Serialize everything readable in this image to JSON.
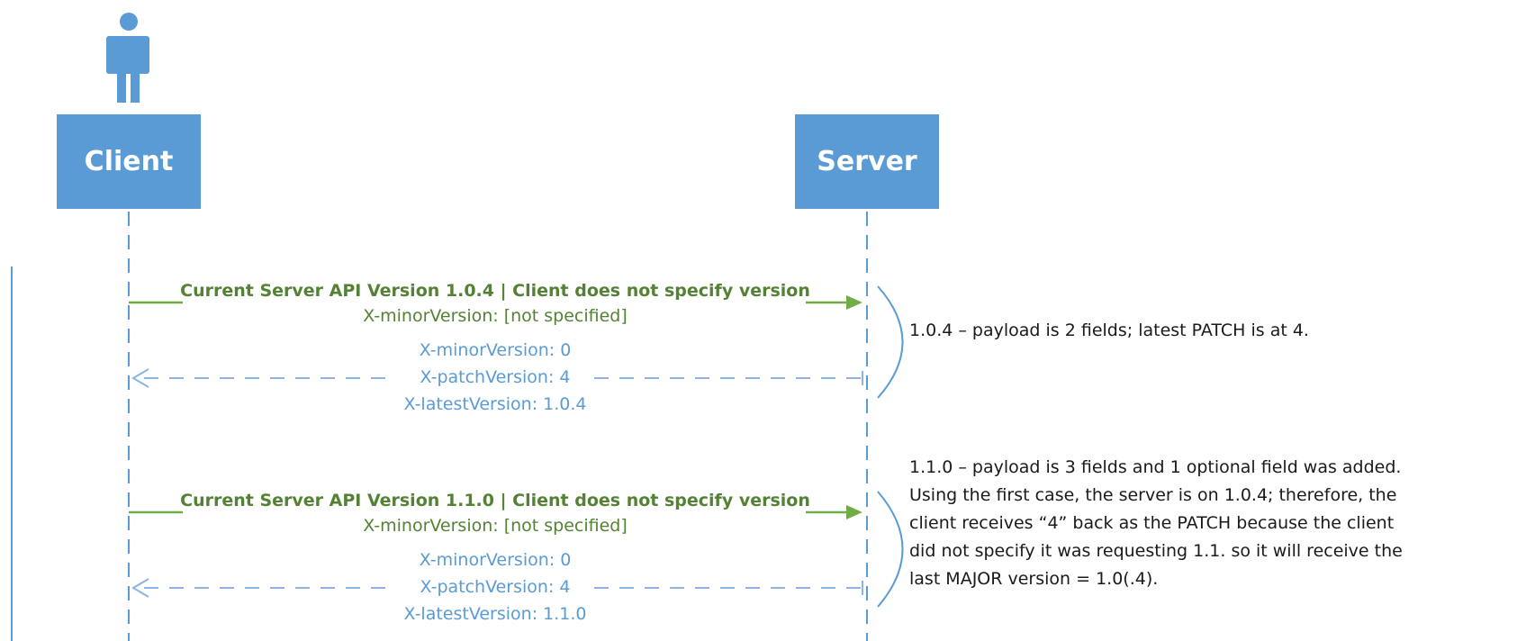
{
  "colors": {
    "actor_fill": "#5b9bd5",
    "lifeline": "#5b9bd5",
    "request": "#70ad47",
    "request_text": "#548235",
    "response": "#8db3e2",
    "response_text": "#5b9bd5",
    "bracket": "#5b9bd5"
  },
  "actors": {
    "client": {
      "label": "Client",
      "icon": "person-icon"
    },
    "server": {
      "label": "Server"
    }
  },
  "messages": [
    {
      "request_title": "Current Server API Version 1.0.4 | Client does not specify version",
      "request_header": "X-minorVersion: [not specified]",
      "response_lines": [
        "X-minorVersion: 0",
        "X-patchVersion: 4",
        "X-latestVersion: 1.0.4"
      ],
      "note_lines": [
        "1.0.4 – payload is 2 fields; latest PATCH is at 4."
      ]
    },
    {
      "request_title": "Current Server API Version 1.1.0 | Client does not specify version",
      "request_header": "X-minorVersion: [not specified]",
      "response_lines": [
        "X-minorVersion: 0",
        "X-patchVersion: 4",
        "X-latestVersion: 1.1.0"
      ],
      "note_lines": [
        "1.1.0 – payload is 3 fields and 1 optional field was added.",
        "Using the first case, the server is on 1.0.4; therefore, the",
        "client receives “4” back as the PATCH because the client",
        "did not specify it was requesting 1.1. so it will receive the",
        "last MAJOR version = 1.0(.4)."
      ]
    }
  ]
}
